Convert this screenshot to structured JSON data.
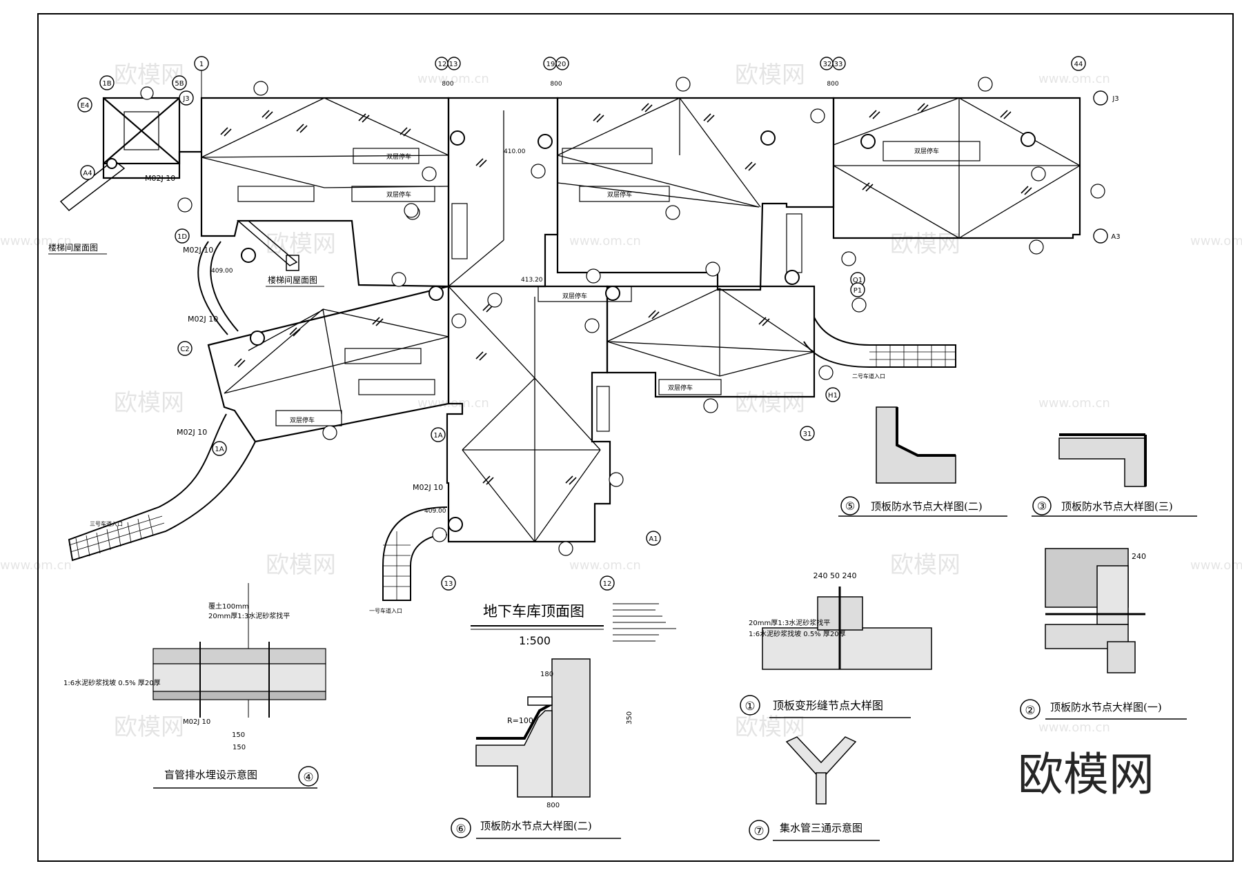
{
  "main": {
    "title": "地下车库顶面图",
    "scale": "1:500"
  },
  "plan_labels": {
    "stair_roof_left": "楼梯间屋面图",
    "stair_roof_center": "楼梯间屋面图",
    "parking_double": "双层停车",
    "ramp_2": "二号车道入口",
    "ramp_1": "一号车道入口",
    "ramp_3": "三号车道入口"
  },
  "ref_codes": {
    "m02j": "M02J 10"
  },
  "elevations": {
    "e1": "410.00",
    "e2": "413.20",
    "e3": "409.00",
    "e4": "409.00"
  },
  "grid_top": [
    "1",
    "12 13",
    "19 20",
    "32 33",
    "44"
  ],
  "grid_top_dims": [
    "800",
    "800",
    "800"
  ],
  "grid_right": [
    "J3",
    "A3",
    "Q1",
    "P1",
    "H1",
    "A1"
  ],
  "grid_left": [
    "1B",
    "5B",
    "J3",
    "E4",
    "A4",
    "1D",
    "C2",
    "1A"
  ],
  "grid_bottom": [
    "13",
    "12",
    "31",
    "1A"
  ],
  "details": [
    {
      "num": "⑤",
      "title": "顶板防水节点大样图(二)"
    },
    {
      "num": "③",
      "title": "顶板防水节点大样图(三)"
    },
    {
      "num": "①",
      "title": "顶板变形缝节点大样图",
      "dims": "240 50 240"
    },
    {
      "num": "②",
      "title": "顶板防水节点大样图(一)",
      "dim": "240"
    },
    {
      "num": "⑥",
      "title": "顶板防水节点大样图(二)",
      "radius": "R=100",
      "dims": [
        "180",
        "350",
        "800"
      ]
    },
    {
      "num": "⑦",
      "title": "集水管三通示意图"
    },
    {
      "num": "④",
      "title": "盲管排水埋设示意图",
      "dims": [
        "150",
        "150"
      ]
    }
  ],
  "layer_notes": {
    "slope": "1:6水泥砂浆找坡 0.5% 厚20厚",
    "mortar": "20mm厚1:3水泥砂浆找平",
    "fill": "覆土100mm",
    "pipe": "M02J 10"
  },
  "watermark": {
    "text": "欧模网",
    "url": "www.om.cn"
  }
}
